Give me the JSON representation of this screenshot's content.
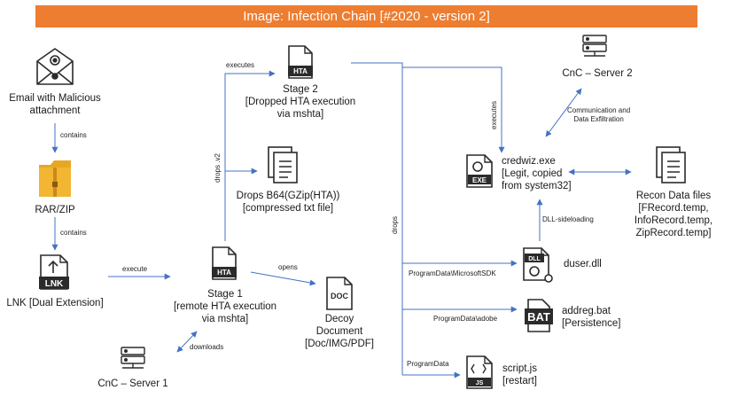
{
  "title": "Image: Infection Chain [#2020 - version 2]",
  "colors": {
    "banner": "#ed7d31",
    "arrow": "#4472c4",
    "icon": "#2b2b2b",
    "zip": "#f2b632"
  },
  "nodes": {
    "email": {
      "line1": "Email with Malicious",
      "line2": "attachment",
      "icon": "envelope-icon"
    },
    "rar": {
      "line1": "RAR/ZIP",
      "icon": "folder-zip-icon"
    },
    "lnk": {
      "line1": "LNK [Dual Extension]",
      "icon": "lnk-file-icon",
      "tag": "LNK"
    },
    "cnc1": {
      "line1": "CnC – Server 1",
      "icon": "server-icon"
    },
    "stage1": {
      "line1": "Stage 1",
      "line2": "[remote HTA execution",
      "line3": "via mshta]",
      "icon": "hta-file-icon",
      "tag": "HTA"
    },
    "stage2": {
      "line1": "Stage 2",
      "line2": "[Dropped HTA execution",
      "line3": "via mshta]",
      "icon": "hta-file-icon",
      "tag": "HTA"
    },
    "b64": {
      "line1": "Drops B64(GZip(HTA))",
      "line2": "[compressed txt file]",
      "icon": "document-icon"
    },
    "decoy": {
      "line1": "Decoy",
      "line2": "Document",
      "line3": "[Doc/IMG/PDF]",
      "icon": "doc-file-icon",
      "tag": "DOC"
    },
    "credwiz": {
      "line1": "credwiz.exe",
      "line2": "[Legit, copied",
      "line3": "from system32]",
      "icon": "exe-file-icon",
      "tag": "EXE"
    },
    "cnc2": {
      "line1": "CnC – Server 2",
      "icon": "server-icon"
    },
    "recon": {
      "line1": "Recon Data files",
      "line2": "[FRecord.temp,",
      "line3": "InfoRecord.temp,",
      "line4": "ZipRecord.temp]",
      "icon": "document-icon"
    },
    "duser": {
      "line1": "duser.dll",
      "icon": "dll-file-icon",
      "tag": "DLL"
    },
    "addreg": {
      "line1": "addreg.bat",
      "line2": "[Persistence]",
      "icon": "bat-file-icon",
      "tag": "BAT"
    },
    "script": {
      "line1": "script.js",
      "line2": "[restart]",
      "icon": "js-file-icon",
      "tag": "JS"
    }
  },
  "edges": {
    "contains1": "contains",
    "contains2": "contains",
    "execute": "execute",
    "downloads": "downloads",
    "opens": "opens",
    "executes_stage2": "executes",
    "drops_v2": "drops .v2",
    "drops": "drops",
    "executes_credwiz": "executes",
    "comm_line1": "Communication and",
    "comm_line2": "Data Exfiltration",
    "dll_sideloading": "DLL-sideloading",
    "path_microsoftsdk": "ProgramData\\MicrosoftSDK",
    "path_adobe": "ProgramData\\adobe",
    "path_programdata": "ProgramData"
  }
}
